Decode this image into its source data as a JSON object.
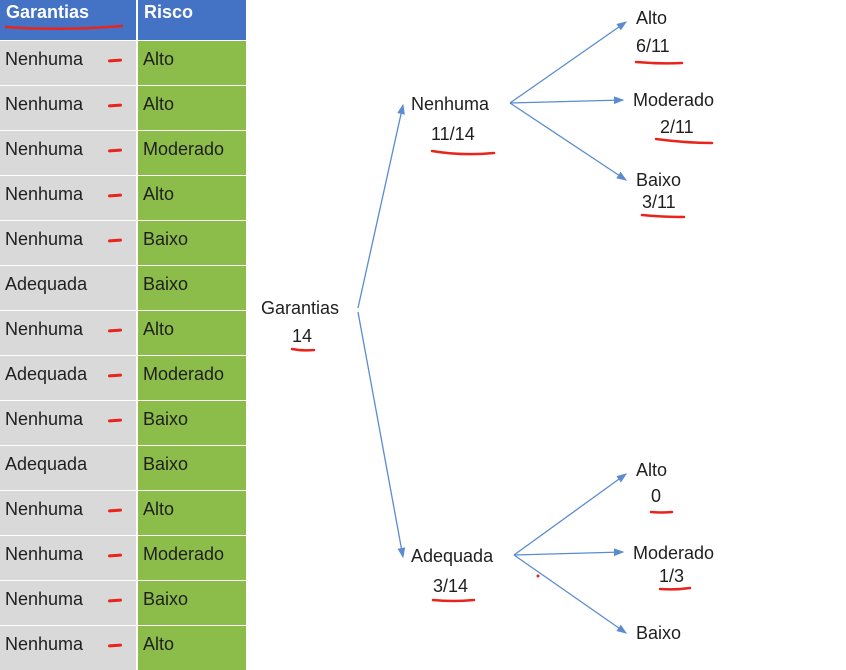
{
  "table": {
    "headers": [
      "Garantias",
      "Risco"
    ],
    "rows": [
      [
        "Nenhuma",
        "Alto"
      ],
      [
        "Nenhuma",
        "Alto"
      ],
      [
        "Nenhuma",
        "Moderado"
      ],
      [
        "Nenhuma",
        "Alto"
      ],
      [
        "Nenhuma",
        "Baixo"
      ],
      [
        "Adequada",
        "Baixo"
      ],
      [
        "Nenhuma",
        "Alto"
      ],
      [
        "Adequada",
        "Moderado"
      ],
      [
        "Nenhuma",
        "Baixo"
      ],
      [
        "Adequada",
        "Baixo"
      ],
      [
        "Nenhuma",
        "Alto"
      ],
      [
        "Nenhuma",
        "Moderado"
      ],
      [
        "Nenhuma",
        "Baixo"
      ],
      [
        "Nenhuma",
        "Alto"
      ]
    ]
  },
  "tree": {
    "root": {
      "label": "Garantias",
      "value": "14"
    },
    "nenhuma": {
      "label": "Nenhuma",
      "value": "11/14"
    },
    "adequada": {
      "label": "Adequada",
      "value": "3/14"
    },
    "n_alto": {
      "label": "Alto",
      "value": "6/11"
    },
    "n_moderado": {
      "label": "Moderado",
      "value": "2/11"
    },
    "n_baixo": {
      "label": "Baixo",
      "value": "3/11"
    },
    "a_alto": {
      "label": "Alto",
      "value": "0"
    },
    "a_moderado": {
      "label": "Moderado",
      "value": "1/3"
    },
    "a_baixo": {
      "label": "Baixo"
    }
  },
  "colors": {
    "header": "#4472c4",
    "col1": "#d9d9d9",
    "col2": "#8cbd4a",
    "arrow": "#5b8bd0",
    "annotation": "#e8241c"
  }
}
